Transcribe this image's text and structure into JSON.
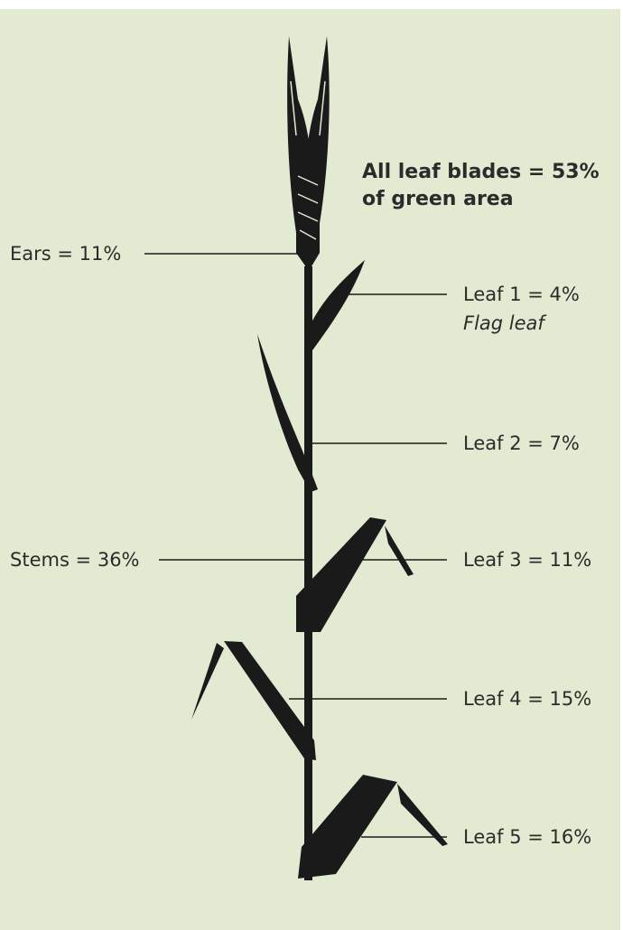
{
  "title_line1": "All leaf blades = 53%",
  "title_line2": "of green area",
  "labels": {
    "ears": "Ears = 11%",
    "stems": "Stems = 36%",
    "leaf1": "Leaf 1 = 4%",
    "leaf1_note": "Flag leaf",
    "leaf2": "Leaf 2 = 7%",
    "leaf3": "Leaf 3 = 11%",
    "leaf4": "Leaf 4 = 15%",
    "leaf5": "Leaf 5 = 16%"
  },
  "colors": {
    "background": "#e2ebd2",
    "plant": "#1a1a1a",
    "text": "#2b2b2b"
  }
}
